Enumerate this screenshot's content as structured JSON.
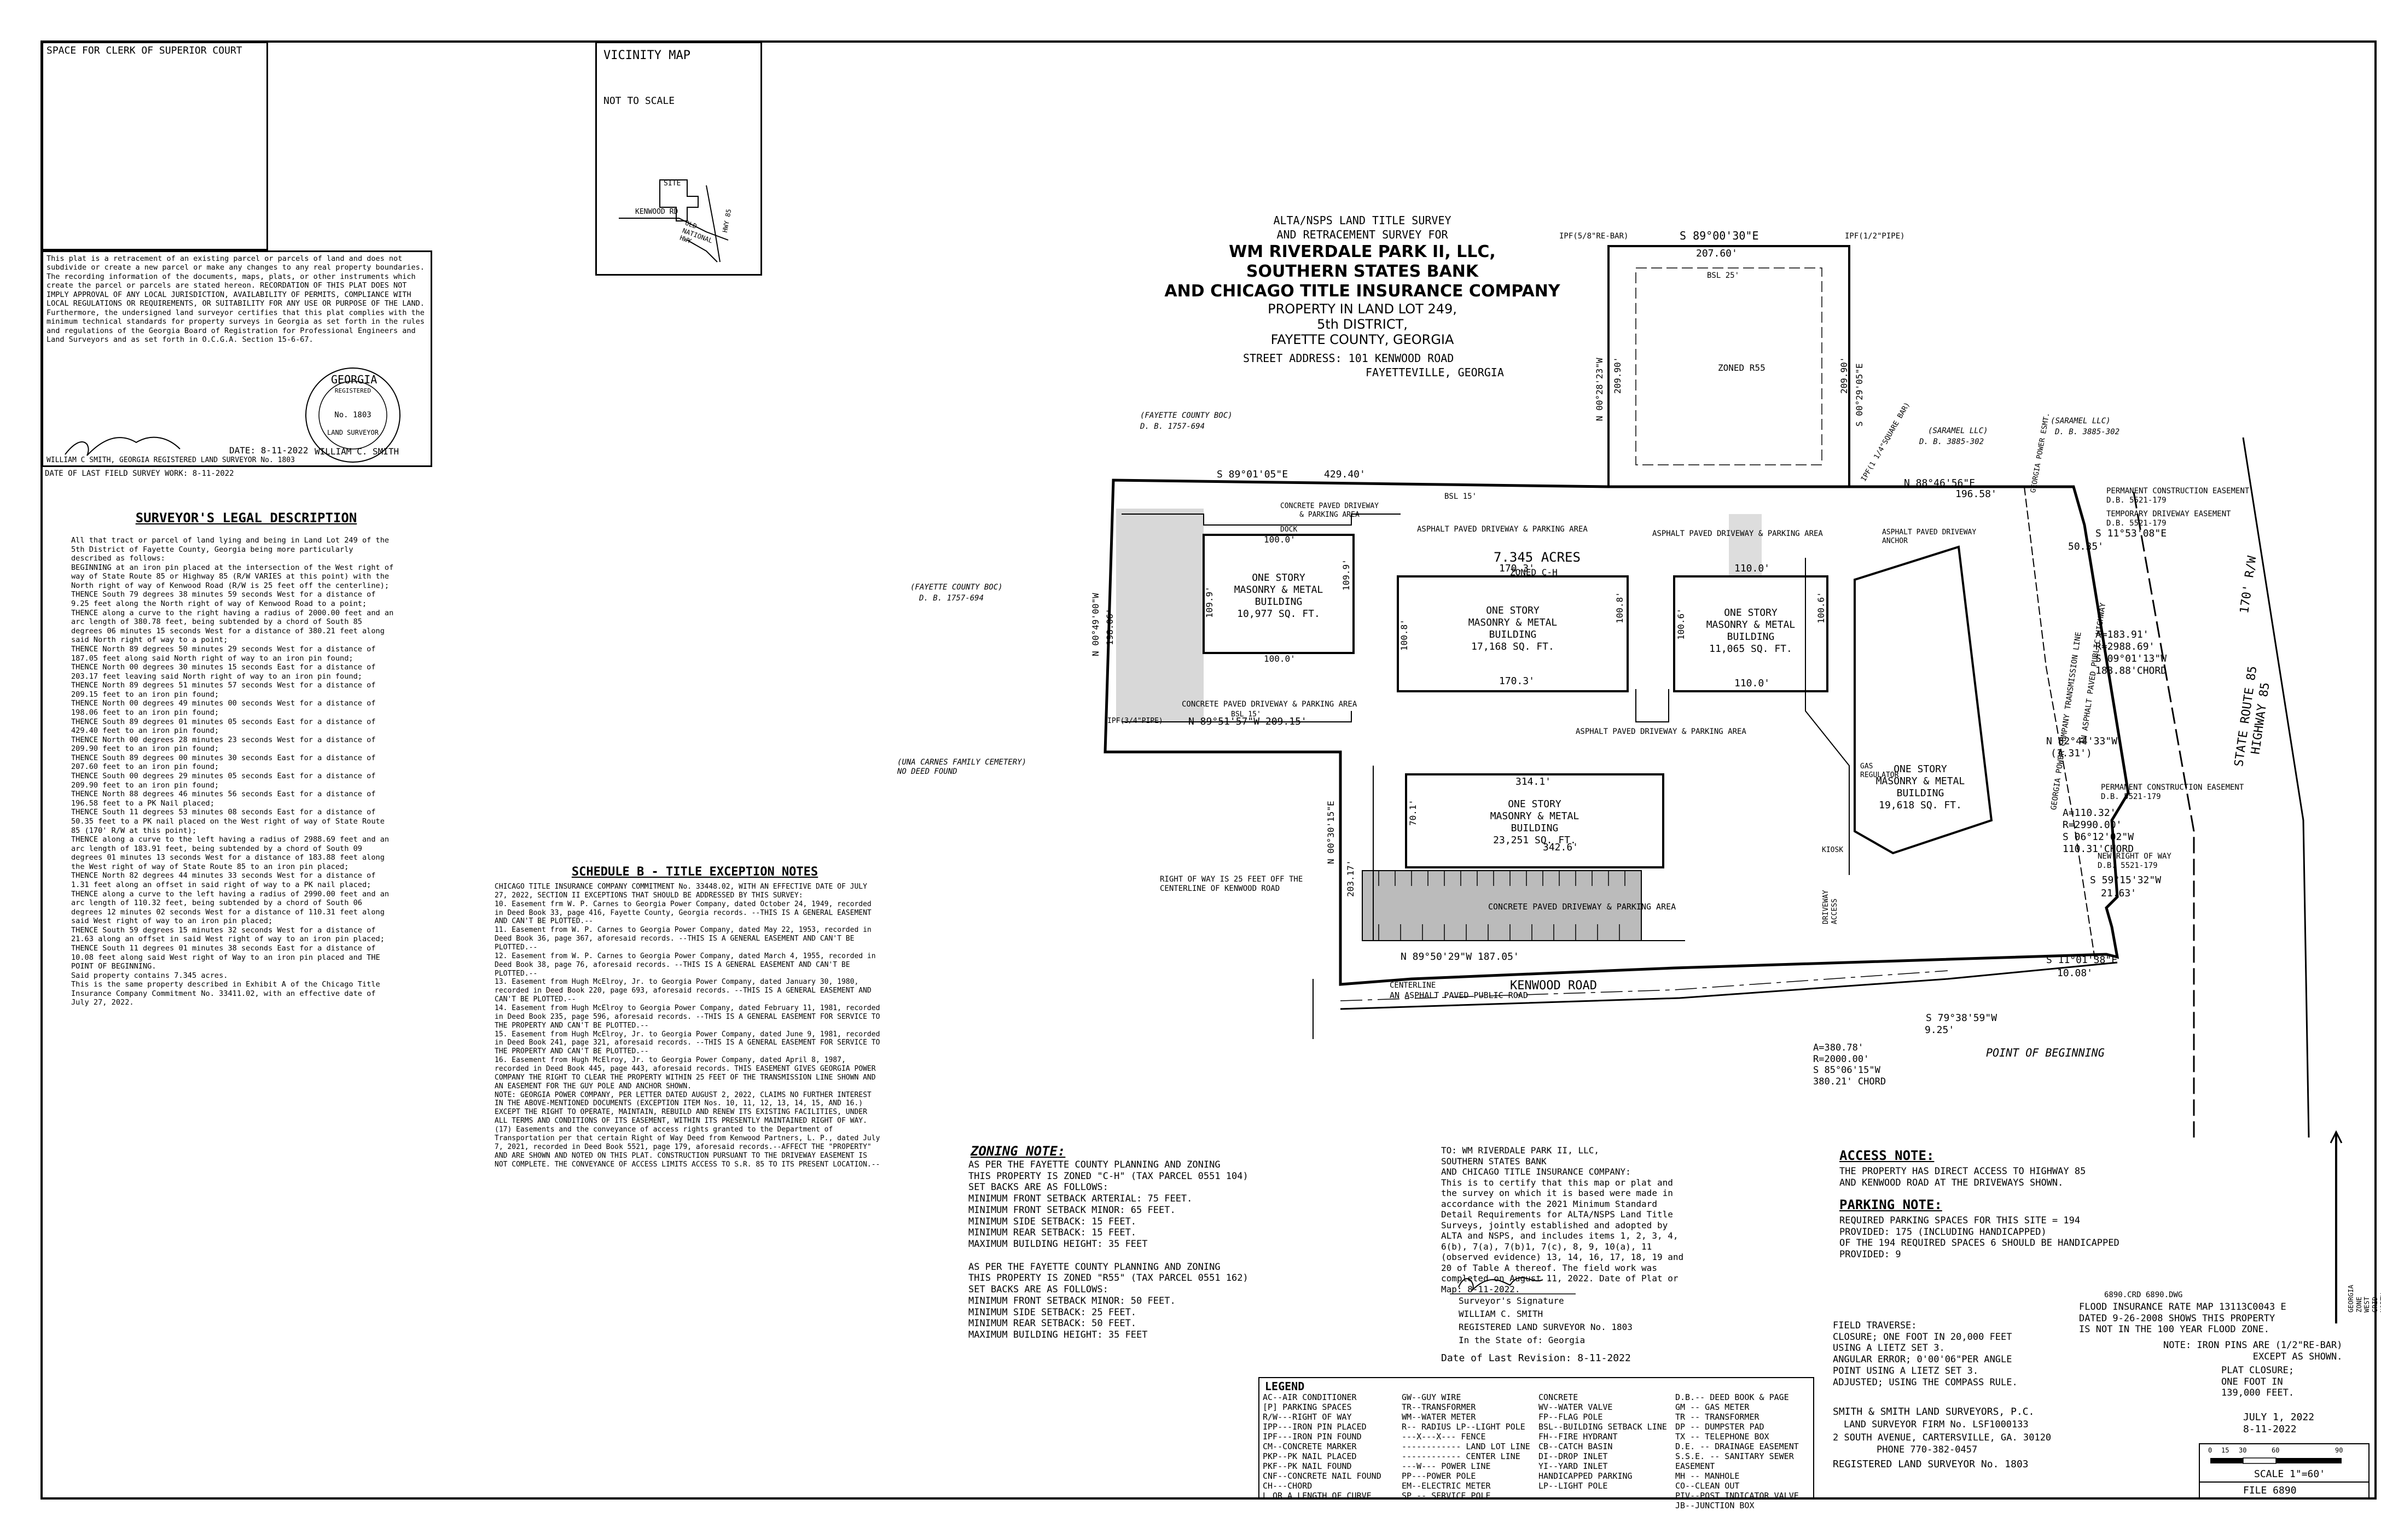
{
  "clerk_space": "SPACE FOR CLERK OF SUPERIOR COURT",
  "vicinity": {
    "title": "VICINITY MAP",
    "scale": "NOT TO SCALE",
    "site": "SITE",
    "kenwood": "KENWOOD RD",
    "old_natl": "OLD\nNATIONAL\nHWY",
    "hwy85": "HWY 85"
  },
  "disclaimer": "This plat is a retracement of an existing parcel or parcels of land and does not subdivide or create a new parcel or make any changes to any real property boundaries. The recording information of the documents, maps, plats, or other instruments which create the parcel or parcels are stated hereon. RECORDATION OF THIS PLAT DOES NOT IMPLY APPROVAL OF ANY LOCAL JURISDICTION, AVAILABILITY OF PERMITS, COMPLIANCE WITH LOCAL REGULATIONS OR REQUIREMENTS, OR SUITABILITY FOR ANY USE OR PURPOSE OF THE LAND. Furthermore, the undersigned land surveyor certifies that this plat complies with the minimum technical standards for property surveys in Georgia as set forth in the rules and regulations of the Georgia Board of Registration for Professional Engineers and Land Surveyors and as set forth in O.C.G.A. Section 15-6-67.",
  "seal": {
    "top": "GEORGIA",
    "sub": "REGISTERED",
    "no": "No. 1803",
    "mid": "LAND SURVEYOR",
    "bottom": "WILLIAM C. SMITH"
  },
  "signature_date": "DATE: 8-11-2022",
  "surveyor_line": "WILLIAM C SMITH, GEORGIA REGISTERED LAND SURVEYOR No. 1803",
  "last_field": "DATE OF LAST FIELD SURVEY WORK: 8-11-2022",
  "legal": {
    "title": "SURVEYOR'S LEGAL DESCRIPTION",
    "body": "All that tract or parcel of land lying and being in Land Lot 249 of the 5th District of Fayette County, Georgia being more particularly described as follows:\n  BEGINNING at an iron pin placed at the intersection of the West right of way of State Route 85 or Highway 85 (R/W VARIES at this point) with the North right of way of Kenwood Road (R/W is 25 feet off the centerline);\n  THENCE South 79 degrees 38 minutes 59 seconds West for a distance of 9.25 feet along the North right of way of Kenwood Road to a point;\n  THENCE along a curve to the right having a radius of 2000.00 feet and an arc length of 380.78 feet, being subtended by a chord of South 85 degrees 06 minutes 15 seconds West for a distance of 380.21 feet along said North right of way to a point;\n  THENCE North 89 degrees 50 minutes 29 seconds West for a distance of 187.05 feet along said North right of way to an iron pin found;\n  THENCE North 00 degrees 30 minutes 15 seconds East for a distance of 203.17 feet leaving said North right of way to an iron pin found;\n  THENCE North 89 degrees 51 minutes 57 seconds West for a distance of 209.15 feet to an iron pin found;\n  THENCE North 00 degrees 49 minutes 00 seconds West for a distance of 198.06 feet to an iron pin found;\n  THENCE South 89 degrees 01 minutes 05 seconds East for a distance of 429.40 feet to an iron pin found;\n  THENCE North 00 degrees 28 minutes 23 seconds West for a distance of 209.90 feet to an iron pin found;\n  THENCE South 89 degrees 00 minutes 30 seconds East for a distance of 207.60 feet to an iron pin found;\n  THENCE South 00 degrees 29 minutes 05 seconds East for a distance of 209.90 feet to an iron pin found;\n  THENCE North 88 degrees 46 minutes 56 seconds East for a distance of 196.58 feet to a PK Nail placed;\n  THENCE South 11 degrees 53 minutes 08 seconds East for a distance of 50.35 feet to a PK nail placed on the West right of way of State Route 85 (170' R/W at this point);\n  THENCE along a curve to the left having a radius of 2988.69 feet and an arc length of 183.91 feet, being subtended by a chord of South 09 degrees 01 minutes 13 seconds West for a distance of 183.88 feet along the West right of way of State Route 85 to an iron pin placed;\n  THENCE North 82 degrees 44 minutes 33 seconds West for a distance of 1.31 feet along an offset in said right of way to a PK nail placed;\n  THENCE along a curve to the left having a radius of 2990.00 feet and an arc length of 110.32 feet, being subtended by a chord of South 06 degrees 12 minutes 02 seconds West for a distance of 110.31 feet along said West right of way to an iron pin placed;\n  THENCE South 59 degrees 15 minutes 32 seconds West for a distance of 21.63 along an offset in said West right of way to an iron pin placed;\n  THENCE South 11 degrees 01 minutes 38 seconds East for a distance of 10.08 feet along said West right of Way to an iron pin placed and THE POINT OF BEGINNING.\n  Said property contains 7.345 acres.\n  This is the same property described in Exhibit A of the Chicago Title Insurance Company Commitment No. 33411.02, with an effective date of July 27, 2022."
  },
  "title_block": {
    "l1": "ALTA/NSPS LAND TITLE SURVEY",
    "l2": "AND RETRACEMENT SURVEY FOR",
    "l3": "WM RIVERDALE PARK II, LLC,",
    "l4": "SOUTHERN STATES BANK",
    "l5": "AND CHICAGO TITLE INSURANCE COMPANY",
    "l6": "PROPERTY IN LAND LOT 249,",
    "l7": "5th DISTRICT,",
    "l8": "FAYETTE COUNTY, GEORGIA",
    "l9": "STREET ADDRESS: 101 KENWOOD ROAD",
    "l10": "FAYETTEVILLE, GEORGIA"
  },
  "schedule_b": {
    "title": "SCHEDULE B - TITLE EXCEPTION NOTES",
    "body": "CHICAGO TITLE INSURANCE COMPANY COMMITMENT No. 33448.02, WITH AN EFFECTIVE DATE OF JULY 27, 2022, SECTION II EXCEPTIONS THAT SHOULD BE ADDRESSED BY THIS SURVEY:\n10. Easement frm W. P. Carnes to Georgia Power Company, dated October 24, 1949, recorded in Deed Book 33, page 416, Fayette County, Georgia records. --THIS IS A GENERAL EASEMENT AND CAN'T BE PLOTTED.--\n11. Easement from W. P. Carnes to Georgia Power Company, dated May 22, 1953, recorded in Deed Book 36, page 367, aforesaid records. --THIS IS A GENERAL EASEMENT AND CAN'T BE PLOTTED.--\n12. Easement from W. P. Carnes to Georgia Power Company, dated March 4, 1955, recorded in Deed Book 38, page 76, aforesaid records. --THIS IS A GENERAL EASEMENT AND CAN'T BE PLOTTED.--\n13. Easement from Hugh McElroy, Jr. to Georgia Power Company, dated January 30, 1980, recorded in Deed Book 220, page 693, aforesaid records. --THIS IS A GENERAL EASEMENT AND CAN'T BE PLOTTED.--\n14. Easement from Hugh McElroy to Georgia Power Company, dated February 11, 1981, recorded in Deed Book 235, page 596, aforesaid records. --THIS IS A GENERAL EASEMENT FOR SERVICE TO THE PROPERTY AND CAN'T BE PLOTTED.--\n15. Easement from Hugh McElroy, Jr. to Georgia Power Company, dated June 9, 1981, recorded in Deed Book 241, page 321, aforesaid records. --THIS IS A GENERAL EASEMENT FOR SERVICE TO THE PROPERTY AND CAN'T BE PLOTTED.--\n16. Easement from Hugh McElroy, Jr. to Georgia Power Company, dated April 8, 1987, recorded in Deed Book 445, page 443, aforesaid records. THIS EASEMENT GIVES GEORGIA POWER COMPANY THE RIGHT TO CLEAR THE PROPERTY WITHIN 25 FEET OF THE TRANSMISSION LINE SHOWN AND AN EASEMENT FOR THE GUY POLE AND ANCHOR SHOWN.\nNOTE: GEORGIA POWER COMPANY, PER LETTER DATED AUGUST 2, 2022, CLAIMS NO FURTHER INTEREST IN THE ABOVE-MENTIONED DOCUMENTS (EXCEPTION ITEM Nos. 10, 11, 12, 13, 14, 15, AND 16.) EXCEPT THE RIGHT TO OPERATE, MAINTAIN, REBUILD AND RENEW ITS EXISTING FACILITIES, UNDER ALL TERMS AND CONDITIONS OF ITS EASEMENT, WITHIN ITS PRESENTLY MAINTAINED RIGHT OF WAY.\n(17) Easements and the conveyance of access rights granted to the Department of Transportation per that certain Right of Way Deed from Kenwood Partners, L. P., dated July 7, 2021, recorded in Deed Book 5521, page 179, aforesaid records.--AFFECT THE \"PROPERTY\" AND ARE SHOWN AND NOTED ON THIS PLAT. CONSTRUCTION PURSUANT TO THE DRIVEWAY EASEMENT IS NOT COMPLETE. THE CONVEYANCE OF ACCESS LIMITS ACCESS TO S.R. 85 TO ITS PRESENT LOCATION.--"
  },
  "zoning": {
    "title": "ZONING NOTE:",
    "body": "AS PER THE FAYETTE COUNTY PLANNING AND ZONING\nTHIS PROPERTY IS ZONED \"C-H\" (TAX PARCEL 0551 104)\n  SET BACKS ARE AS FOLLOWS:\n  MINIMUM FRONT SETBACK ARTERIAL: 75 FEET.\n  MINIMUM FRONT SETBACK MINOR: 65 FEET.\n  MINIMUM SIDE SETBACK: 15 FEET.\n  MINIMUM REAR SETBACK: 15 FEET.\n  MAXIMUM BUILDING HEIGHT: 35 FEET\n\nAS PER THE FAYETTE COUNTY PLANNING AND ZONING\nTHIS PROPERTY IS ZONED \"R55\" (TAX PARCEL 0551 162)\n  SET BACKS ARE AS FOLLOWS:\n  MINIMUM FRONT SETBACK MINOR: 50 FEET.\n  MINIMUM SIDE SETBACK: 25 FEET.\n  MINIMUM REAR SETBACK: 50 FEET.\n  MAXIMUM BUILDING HEIGHT: 35 FEET"
  },
  "certification": {
    "body": "TO: WM RIVERDALE PARK II, LLC,\n    SOUTHERN STATES BANK\nAND CHICAGO TITLE INSURANCE COMPANY:\nThis is to certify that this map or plat and the survey on which it is based were made in accordance with the 2021 Minimum Standard Detail Requirements for ALTA/NSPS Land Title Surveys, jointly established and adopted by ALTA and NSPS, and includes items 1, 2, 3, 4, 6(b), 7(a), 7(b)1, 7(c), 8, 9, 10(a), 11 (observed evidence) 13, 14, 16, 17, 18, 19 and 20 of Table A thereof. The field work was completed on August 11, 2022. Date of Plat or Map: 8-11-2022.",
    "sig": "Surveyor's Signature",
    "name": "WILLIAM C. SMITH",
    "reg": "REGISTERED LAND SURVEYOR No. 1803",
    "state": "In the State of: Georgia",
    "rev": "Date of Last Revision: 8-11-2022"
  },
  "access": {
    "title": "ACCESS NOTE:",
    "body": "THE PROPERTY HAS DIRECT ACCESS TO HIGHWAY 85\nAND KENWOOD ROAD AT THE DRIVEWAYS SHOWN."
  },
  "parking": {
    "title": "PARKING NOTE:",
    "body": "REQUIRED PARKING SPACES FOR THIS SITE = 194\nPROVIDED: 175 (INCLUDING HANDICAPPED)\nOF THE 194 REQUIRED SPACES 6 SHOULD BE HANDICAPPED\nPROVIDED: 9"
  },
  "flood": {
    "dwg": "6890.CRD  6890.DWG",
    "body": "FLOOD INSURANCE RATE MAP 13113C0043 E\nDATED 9-26-2008 SHOWS THIS PROPERTY\nIS NOT IN THE 100 YEAR FLOOD ZONE.",
    "pins": "NOTE: IRON PINS ARE (1/2\"RE-BAR)\nEXCEPT AS SHOWN.",
    "closure": "PLAT CLOSURE;\nONE FOOT IN\n139,000 FEET."
  },
  "traverse": "FIELD TRAVERSE:\nCLOSURE; ONE FOOT IN 20,000 FEET\nUSING A LIETZ SET 3.\nANGULAR ERROR; 0'00'06\"PER ANGLE\nPOINT USING A LIETZ SET 3.\nADJUSTED; USING THE COMPASS RULE.",
  "firm": {
    "l1": "SMITH & SMITH LAND SURVEYORS, P.C.",
    "l2": "LAND SURVEYOR FIRM No. LSF1000133",
    "l3": "2 SOUTH AVENUE, CARTERSVILLE, GA. 30120",
    "l4": "PHONE 770-382-0457",
    "l5": "REGISTERED LAND SURVEYOR No. 1803"
  },
  "dates": {
    "d1": "JULY 1, 2022",
    "d2": "8-11-2022"
  },
  "scale": {
    "ticks": [
      "0",
      "15",
      "30",
      "60",
      "90"
    ],
    "label": "SCALE 1\"=60'",
    "file": "FILE 6890"
  },
  "grid_north": "GEORGIA ZONE WEST\nGRID NORTH",
  "legend": {
    "title": "LEGEND",
    "c1": "AC--AIR CONDITIONER\n[P] PARKING SPACES\nR/W---RIGHT OF WAY\nIPP---IRON PIN PLACED\nIPF---IRON PIN FOUND\nCM--CONCRETE MARKER\nPKP--PK NAIL PLACED\nPKF--PK NAIL FOUND\nCNF--CONCRETE NAIL FOUND\nCH---CHORD\nL OR A  LENGTH OF CURVE",
    "c2": "GW--GUY WIRE\nTR--TRANSFORMER\nWM--WATER METER\nR--  RADIUS LP--LIGHT POLE\n---X---X--- FENCE\n------------ LAND LOT LINE\n------------ CENTER LINE\n---W--- POWER LINE\nPP---POWER POLE\nEM--ELECTRIC METER\nSP -- SERVICE POLE",
    "c3": "CONCRETE\nWV--WATER VALVE\nFP--FLAG POLE\nBSL--BUILDING SETBACK LINE\nFH--FIRE HYDRANT\nCB--CATCH BASIN\nDI--DROP INLET\nYI--YARD INLET\nHANDICAPPED PARKING\nLP--LIGHT POLE",
    "c4": "D.B.-- DEED BOOK & PAGE\nGM -- GAS METER\nTR -- TRANSFORMER\nDP -- DUMPSTER PAD\nTX -- TELEPHONE BOX\nD.E. -- DRAINAGE EASEMENT\nS.S.E. -- SANITARY SEWER EASEMENT\nMH -- MANHOLE\nCO--CLEAN OUT\nPIV--POST INDICATOR VALVE\nJB--JUNCTION BOX"
  },
  "plan": {
    "ipf_58": "IPF(5/8\"RE-BAR)",
    "ipf_12": "IPF(1/2\"PIPE)",
    "ipf_34": "IPF(3/4\"PIPE)",
    "ipf_14": "IPF(1 1/4\"SQUARE BAR)",
    "brg_top": "S 89°00'30\"E",
    "dist_top": "207.60'",
    "bsl25": "BSL 25'",
    "brg_left_r55": "N 00°28'23\"W",
    "dist_left_r55": "209.90'",
    "brg_right_r55": "S 00°29'05\"E",
    "dist_right_r55": "209.90'",
    "zoned_r55": "ZONED R55",
    "fayette_boc": "(FAYETTE COUNTY BOC)",
    "fayette_db": "D. B. 1757-694",
    "saramel1": "(SARAMEL LLC)",
    "saramel_db1": "D. B. 3885-302",
    "saramel2": "(SARAMEL LLC)",
    "saramel_db2": "D. B. 3885-302",
    "brg_north": "S 89°01'05\"E",
    "dist_north": "429.40'",
    "brg_ne": "N 88°46'56\"E",
    "dist_ne": "196.58'",
    "brg_west": "N 00°49'00\"W",
    "dist_west": "198.06'",
    "brg_mid": "N 89°51'57\"W 209.15'",
    "brg_w2": "N 00°30'15\"E",
    "dist_w2": "203.17'",
    "brg_south": "N 89°50'29\"W 187.05'",
    "kenwood": "KENWOOD ROAD",
    "public_road": "AN ASPHALT PAVED PUBLIC ROAD",
    "centerline": "CENTERLINE",
    "row_note": "RIGHT OF WAY IS 25 FEET OFF THE\nCENTERLINE OF KENWOOD ROAD",
    "cemetery": "(UNA CARNES FAMILY CEMETERY)\nNO DEED FOUND",
    "acres": "7.345 ACRES",
    "zoned_ch": "ZONED C-H",
    "b1": "ONE STORY\nMASONRY & METAL\nBUILDING\n10,977 SQ. FT.",
    "b2": "ONE STORY\nMASONRY & METAL\nBUILDING\n17,168 SQ. FT.",
    "b3": "ONE STORY\nMASONRY & METAL\nBUILDING\n11,065 SQ. FT.",
    "b4": "ONE STORY\nMASONRY & METAL\nBUILDING\n23,251 SQ. FT.",
    "b5": "ONE STORY\nMASONRY & METAL\nBUILDING\n19,618 SQ. FT.",
    "b1_top": "100.0'",
    "b1_bot": "100.0'",
    "b1_l": "109.9'",
    "b1_r": "109.9'",
    "b2_top": "170.3'",
    "b2_bot": "170.3'",
    "b2_l": "100.8'",
    "b2_r": "100.8'",
    "b3_top": "110.0'",
    "b3_bot": "110.0'",
    "b3_l": "100.6'",
    "b3_r": "100.6'",
    "b4_top": "314.1'",
    "b4_bot": "342.6'",
    "b4_l": "70.1'",
    "paved1": "CONCRETE PAVED DRIVEWAY\n& PARKING AREA",
    "paved2": "ASPHALT PAVED DRIVEWAY & PARKING AREA",
    "paved3": "ASPHALT PAVED DRIVEWAY & PARKING AREA",
    "paved4": "CONCRETE PAVED DRIVEWAY & PARKING AREA",
    "paved5": "ASPHALT PAVED DRIVEWAY & PARKING AREA",
    "paved6": "CONCRETE PAVED DRIVEWAY & PARKING AREA",
    "paved7": "ASPHALT PAVED DRIVEWAY\nANCHOR",
    "dock": "DOCK",
    "bsl15a": "BSL 15'",
    "bsl15b": "BSL 15'",
    "hwy": "STATE ROUTE 85\nHIGHWAY 85",
    "hwy_rw": "170' R/W",
    "gp_esmt": "GEORGIA POWER ESMT.",
    "perm_ce1": "PERMANENT CONSTRUCTION EASEMENT\nD.B. 5521-179",
    "temp_de": "TEMPORARY DRIVEWAY EASEMENT\nD.B. 5521-179",
    "perm_ce2": "PERMANENT CONSTRUCTION EASEMENT\nD.B. 5521-179",
    "new_row": "NEW RIGHT OF WAY\nD.B. 5521-179",
    "brg_ne2": "S 11°53'08\"E",
    "dist_ne2": "50.35'",
    "curve1": "A=183.91'\nR=2988.69'\nS 09°01'13\"W\n183.88'CHORD",
    "brg_off": "N 82°44'33\"W",
    "dist_off": "(1.31')",
    "curve2": "A=110.32'\nR=2990.00'\nS 06°12'02\"W\n110.31'CHORD",
    "brg_off2": "S 59°15'32\"W",
    "dist_off2": "21.63'",
    "brg_pob": "S 11°01'38\"E",
    "dist_pob": "10.08'",
    "brg_kw": "S 79°38'59\"W",
    "dist_kw": "9.25'",
    "curve3": "A=380.78'\nR=2000.00'\nS 85°06'15\"W\n380.21' CHORD",
    "pob": "POINT OF BEGINNING",
    "gp_trans": "GEORGIA POWER COMPANY TRANSMISSION LINE",
    "pub_hwy": "AN ASPHALT PAVED PUBLIC HIGHWAY",
    "gas_reg": "GAS\nREGULATOR",
    "kiosk": "KIOSK",
    "driveway_access": "DRIVEWAY\nACCESS"
  }
}
